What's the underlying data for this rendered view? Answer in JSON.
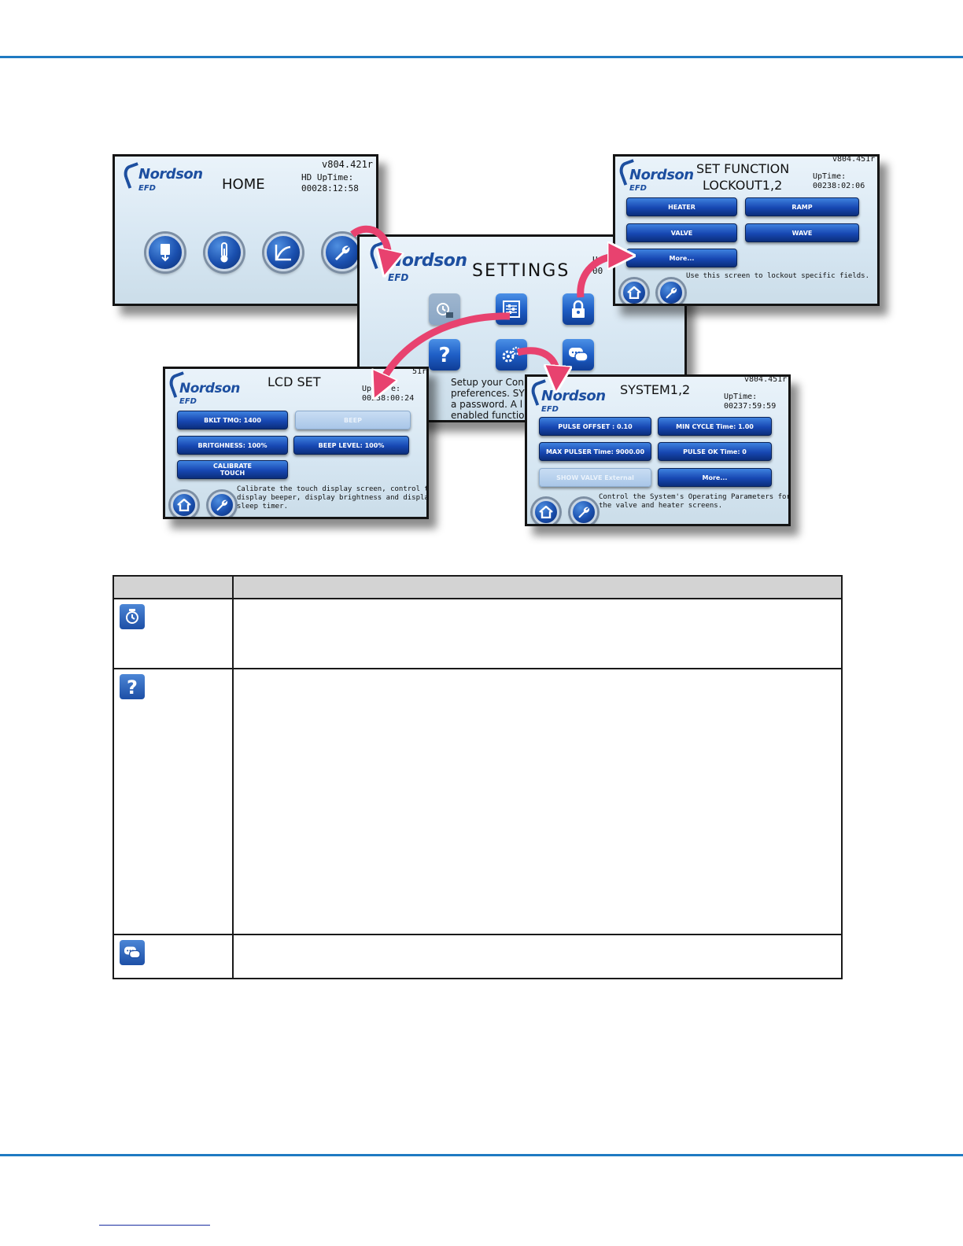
{
  "screens": {
    "home": {
      "brand": "Nordson",
      "brand_sub": "EFD",
      "title": "HOME",
      "version": "v804.421r",
      "uptime_label": "HD UpTime:",
      "uptime_value": "00028:12:58",
      "icons": [
        "valve-icon",
        "thermometer-icon",
        "ramp-graph-icon",
        "wrench-icon"
      ]
    },
    "settings": {
      "brand": "Nordson",
      "brand_sub": "EFD",
      "title": "SETTINGS",
      "uptime_partial": "U",
      "uptime_value_partial": "00",
      "description_lines": [
        "Setup your Con",
        "preferences. SY",
        "a password. A l",
        "enabled functio"
      ],
      "icons": [
        "timer-lock-icon",
        "sliders-icon",
        "padlock-icon",
        "question-icon",
        "gears-icon",
        "chat-icon"
      ]
    },
    "set_function": {
      "brand": "Nordson",
      "brand_sub": "EFD",
      "title_line1": "SET FUNCTION",
      "title_line2": "LOCKOUT1,2",
      "version": "v804.451r",
      "uptime_label": "UpTime:",
      "uptime_value": "00238:02:06",
      "buttons": [
        "HEATER",
        "RAMP",
        "VALVE",
        "WAVE",
        "More..."
      ],
      "description": "Use this screen to lockout specific fields."
    },
    "lcd_set": {
      "brand": "Nordson",
      "brand_sub": "EFD",
      "title": "LCD SET",
      "version_partial": "51r",
      "uptime_label": "Up",
      "uptime_label_tail": "e:",
      "uptime_value": "00238:00:24",
      "buttons": [
        "BKLT TMO: 1400",
        "BEEP",
        "BRITGHNESS: 100%",
        "BEEP LEVEL: 100%",
        "CALIBRATE",
        "TOUCH"
      ],
      "description_lines": [
        "Calibrate the touch display screen, control the",
        "display beeper, display brightness and display",
        "sleep timer."
      ]
    },
    "system": {
      "brand": "Nordson",
      "brand_sub": "EFD",
      "title": "SYSTEM1,2",
      "version": "v804.451r",
      "uptime_label": "UpTime:",
      "uptime_value": "00237:59:59",
      "buttons": [
        "PULSE OFFSET :  0.10",
        "MIN CYCLE Time:   1.00",
        "MAX PULSER Time:   9000.00",
        "PULSE OK Time:  0",
        "SHOW VALVE External",
        "More..."
      ],
      "description_lines": [
        "Control the System's Operating Parameters for",
        "the valve and heater screens."
      ]
    }
  },
  "table": {
    "header": [
      "",
      ""
    ],
    "rows": [
      {
        "icon": "timer-icon",
        "text": ""
      },
      {
        "icon": "question-icon",
        "text": ""
      },
      {
        "icon": "chat-icon",
        "text": ""
      }
    ]
  },
  "colors": {
    "rule": "#1f7ac2",
    "button_blue": "#1747b2",
    "arrow_pink": "#e8426f",
    "brand": "#1d4fa0"
  }
}
